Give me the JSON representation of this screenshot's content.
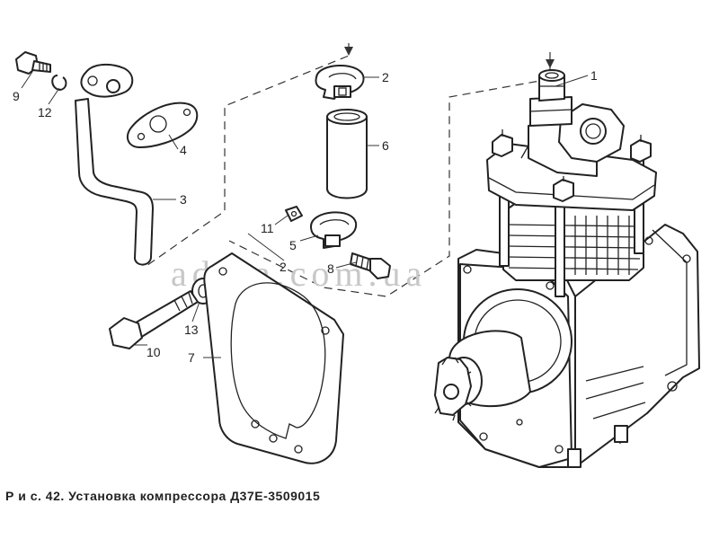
{
  "figure": {
    "caption": "Р и с. 42. Установка компрессора Д37Е-3509015",
    "watermark": "adara.com.ua"
  },
  "callouts": [
    {
      "id": "1",
      "text": "1"
    },
    {
      "id": "2a",
      "text": "2"
    },
    {
      "id": "2b",
      "text": "2"
    },
    {
      "id": "3",
      "text": "3"
    },
    {
      "id": "4",
      "text": "4"
    },
    {
      "id": "5",
      "text": "5"
    },
    {
      "id": "6",
      "text": "6"
    },
    {
      "id": "7",
      "text": "7"
    },
    {
      "id": "8",
      "text": "8"
    },
    {
      "id": "9",
      "text": "9"
    },
    {
      "id": "10",
      "text": "10"
    },
    {
      "id": "11",
      "text": "11"
    },
    {
      "id": "12",
      "text": "12"
    },
    {
      "id": "13",
      "text": "13"
    }
  ]
}
